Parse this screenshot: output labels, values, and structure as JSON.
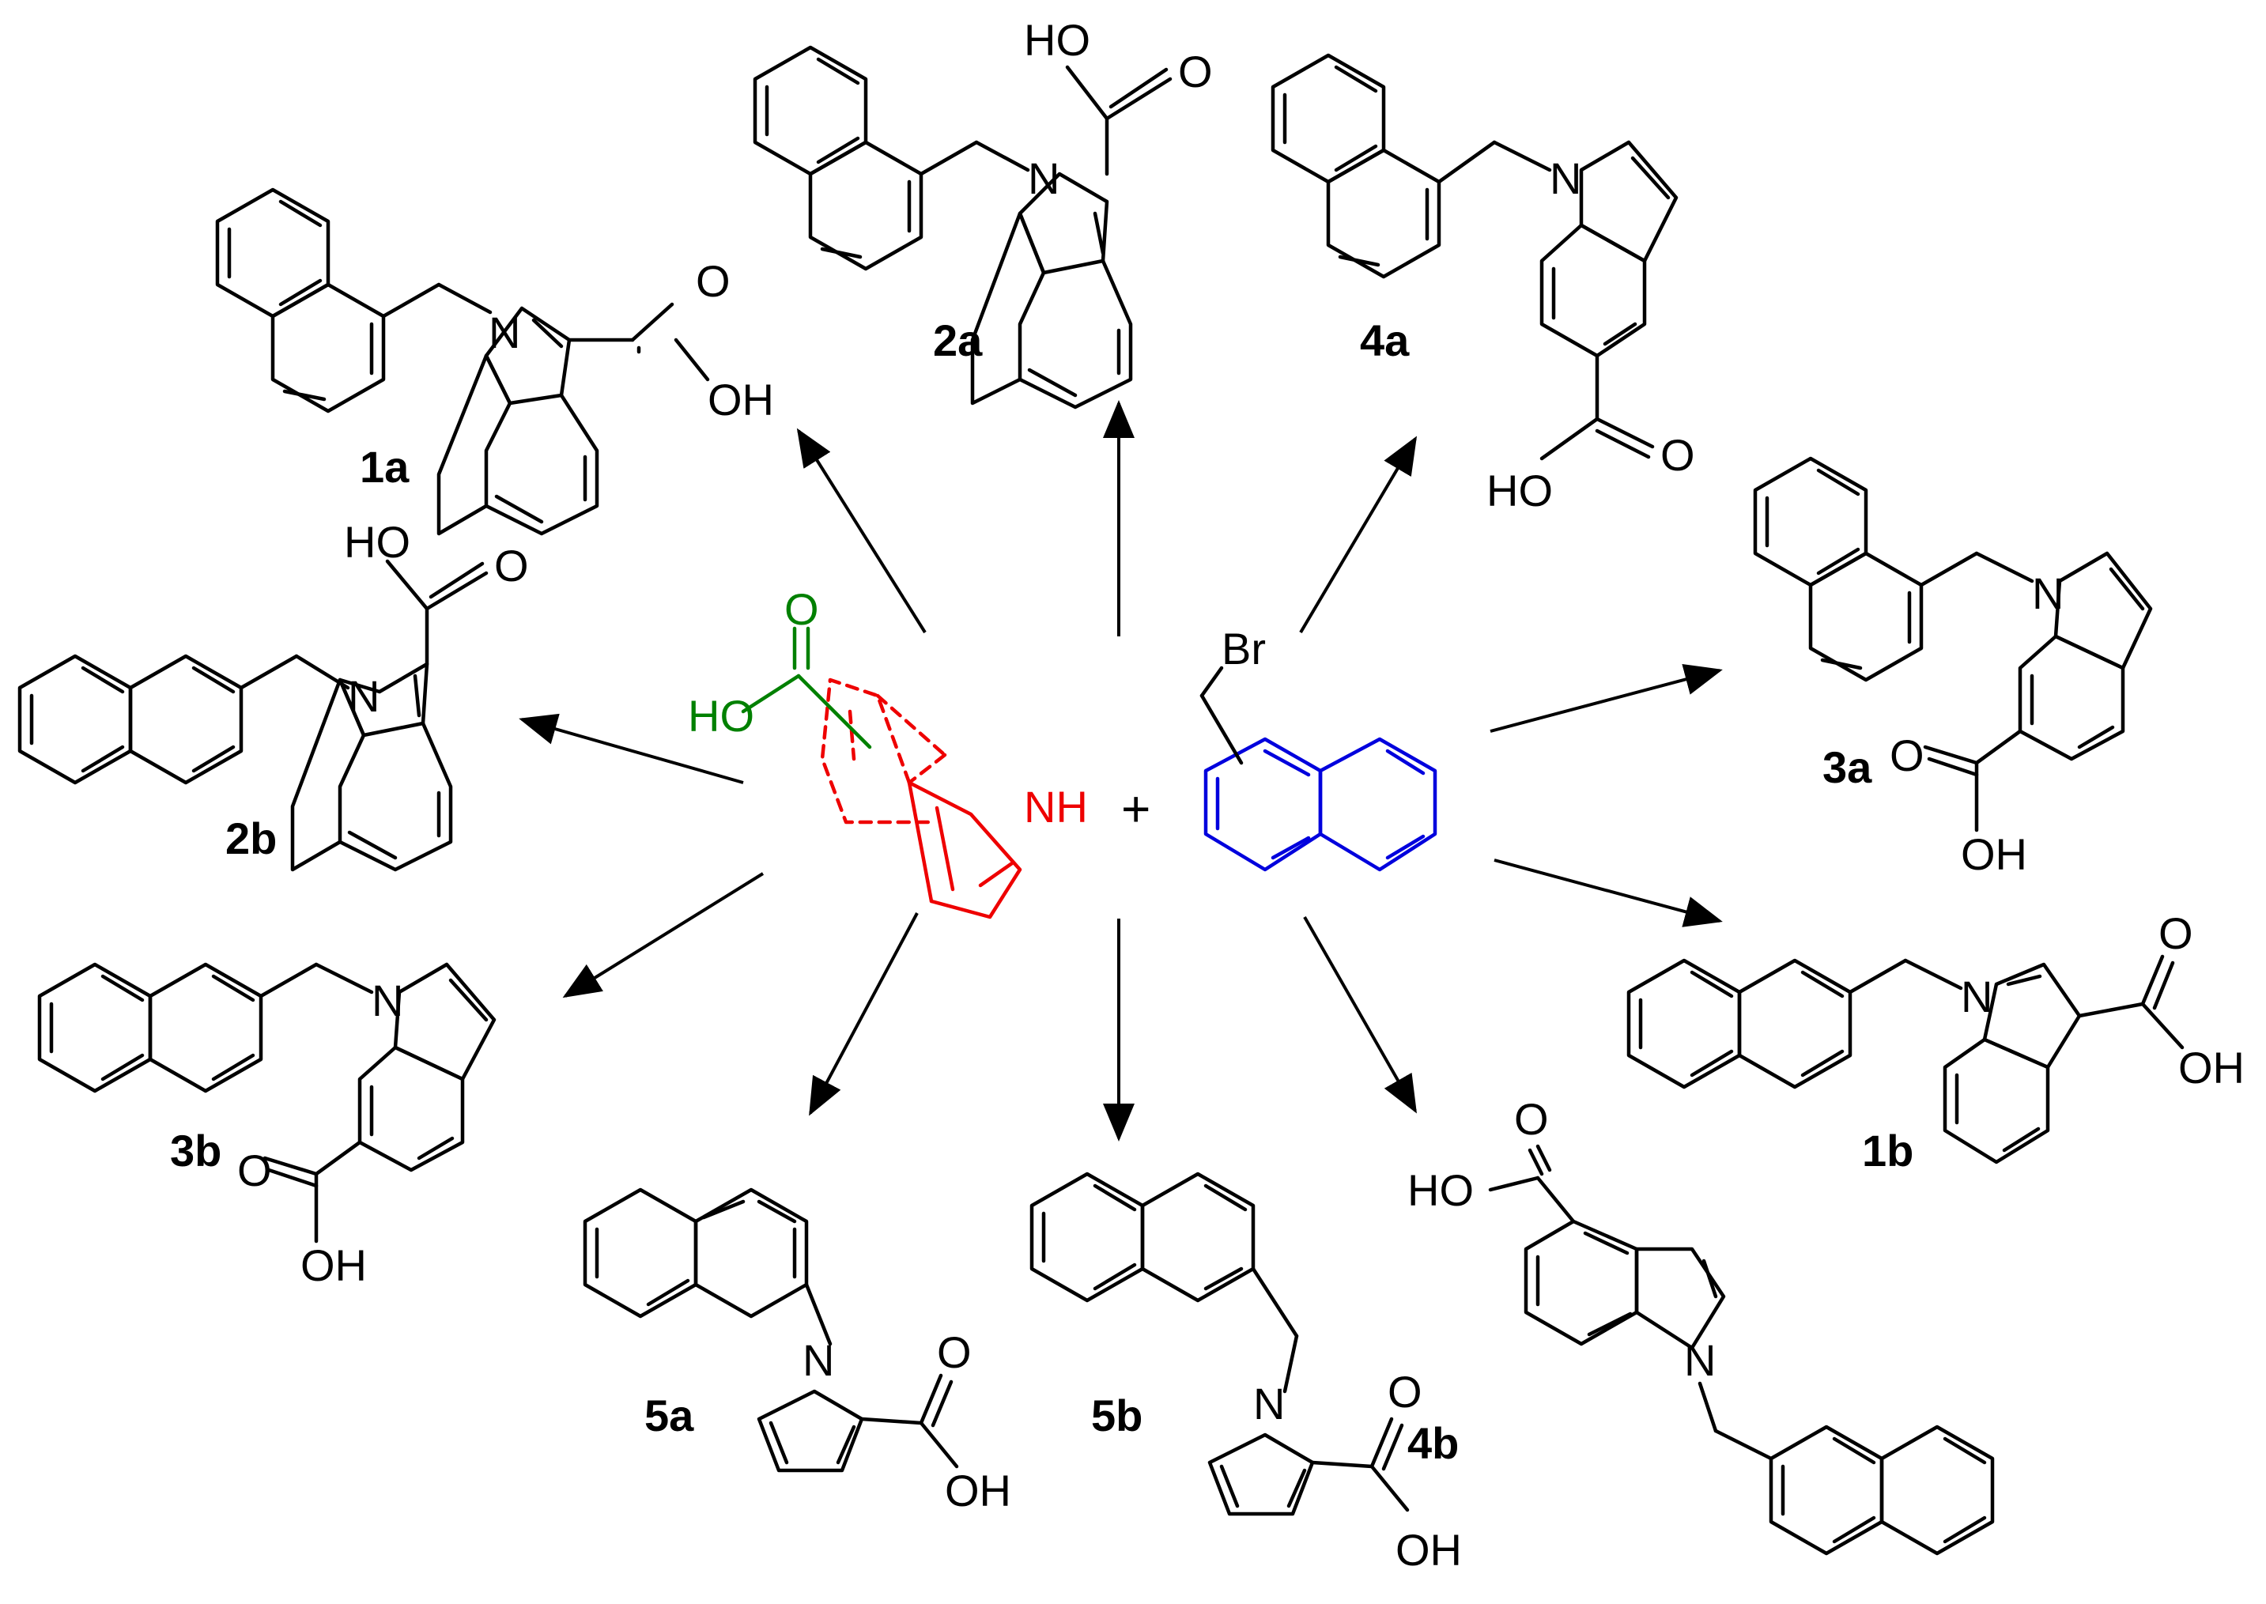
{
  "reactants": {
    "acid_labels": {
      "oh": "HO",
      "o": "O"
    },
    "nh_label": "NH",
    "plus": "+",
    "br_label": "Br"
  },
  "products": [
    {
      "id": "1a",
      "label": "1a"
    },
    {
      "id": "2a",
      "label": "2a"
    },
    {
      "id": "4a",
      "label": "4a"
    },
    {
      "id": "3a",
      "label": "3a"
    },
    {
      "id": "2b",
      "label": "2b"
    },
    {
      "id": "3b",
      "label": "3b"
    },
    {
      "id": "5a",
      "label": "5a"
    },
    {
      "id": "5b",
      "label": "5b"
    },
    {
      "id": "4b",
      "label": "4b"
    },
    {
      "id": "1b",
      "label": "1b"
    }
  ],
  "atom_labels": {
    "n": "N",
    "o": "O",
    "oh": "OH",
    "ho": "HO"
  },
  "colors": {
    "indole_core": "#ee0000",
    "carboxylic_acid": "#008000",
    "naphthalene": "#0000dd"
  }
}
